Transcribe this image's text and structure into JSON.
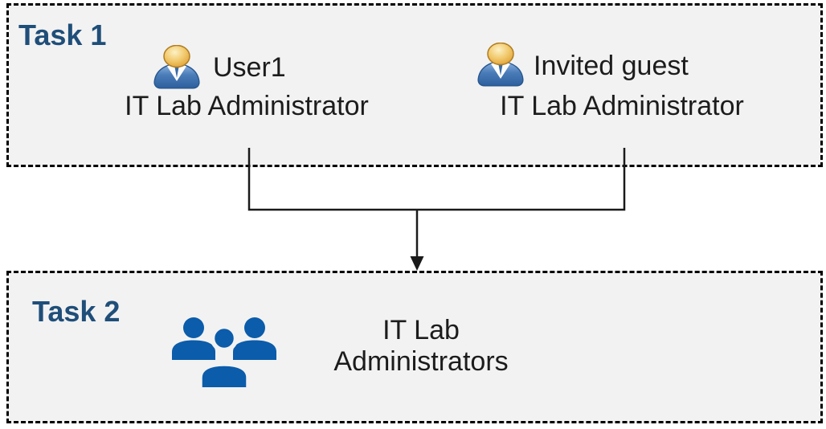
{
  "task1": {
    "label": "Task 1",
    "entries": [
      {
        "name": "User1",
        "role": "IT Lab Administrator",
        "icon": "single-user-icon"
      },
      {
        "name": "Invited guest",
        "role": "IT Lab Administrator",
        "icon": "single-user-icon"
      }
    ]
  },
  "task2": {
    "label": "Task 2",
    "group_name": "IT Lab Administrators",
    "icon": "user-group-icon"
  },
  "connector": {
    "type": "merge-arrow",
    "from": [
      "User1",
      "Invited guest"
    ],
    "to": "IT Lab Administrators"
  },
  "colors": {
    "task_label": "#1F4E79",
    "box_background": "#F2F2F2",
    "box_border": "#000000",
    "body_text": "#1C1C1C",
    "connector_line": "#1A1A1A",
    "group_icon_blue": "#0B5CAB",
    "person_head_gold": "#E8A33D",
    "person_body_blue": "#3E70AC"
  }
}
